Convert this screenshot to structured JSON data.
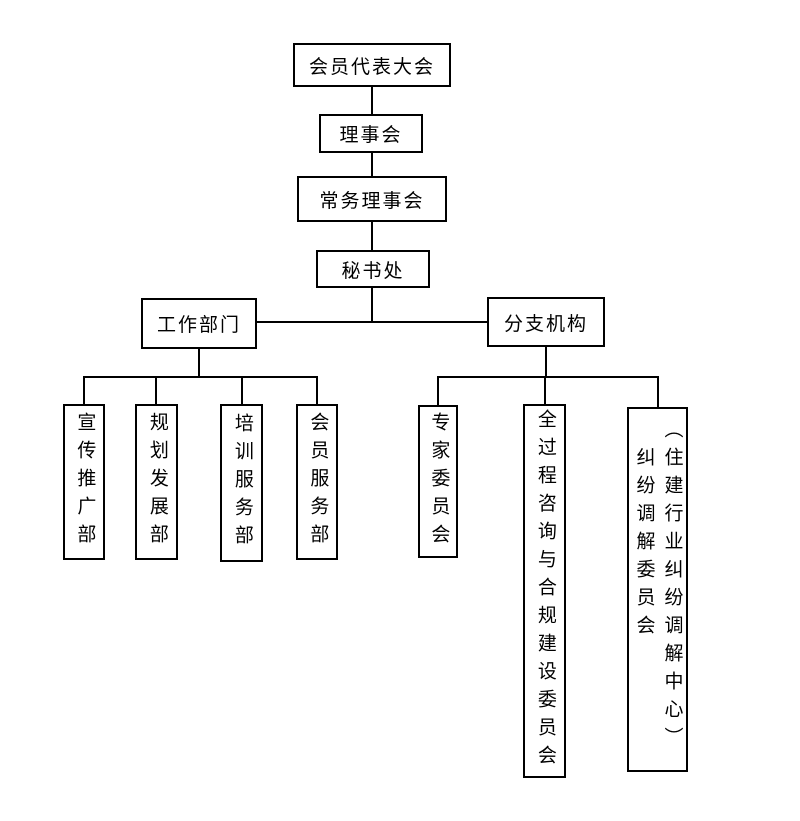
{
  "diagram": {
    "type": "org-chart",
    "background_color": "#ffffff",
    "line_color": "#000000",
    "nodes": {
      "assembly": {
        "label": "会员代表大会"
      },
      "council": {
        "label": "理事会"
      },
      "standing_council": {
        "label": "常务理事会"
      },
      "secretariat": {
        "label": "秘书处"
      },
      "work_departments": {
        "label": "工作部门"
      },
      "branch_organizations": {
        "label": "分支机构"
      },
      "publicity_promotion_dept": {
        "label": "宣传推广部"
      },
      "planning_development_dept": {
        "label": "规划发展部"
      },
      "training_service_dept": {
        "label": "培训服务部"
      },
      "membership_service_dept": {
        "label": "会员服务部"
      },
      "expert_committee": {
        "label": "专家委员会"
      },
      "whole_process_committee": {
        "label": "全过程咨询与合规建设委员会"
      },
      "mediation_committee": {
        "label": "纠纷调解委员会（住建行业纠纷调解中心）",
        "column_left": "纠纷调解委员会",
        "column_right": "（住建行业纠纷调解中心）"
      }
    },
    "hierarchy": [
      {
        "parent": "会员代表大会",
        "children": [
          "理事会"
        ]
      },
      {
        "parent": "理事会",
        "children": [
          "常务理事会"
        ]
      },
      {
        "parent": "常务理事会",
        "children": [
          "秘书处"
        ]
      },
      {
        "parent": "秘书处",
        "children": [
          "工作部门",
          "分支机构"
        ]
      },
      {
        "parent": "工作部门",
        "children": [
          "宣传推广部",
          "规划发展部",
          "培训服务部",
          "会员服务部"
        ]
      },
      {
        "parent": "分支机构",
        "children": [
          "专家委员会",
          "全过程咨询与合规建设委员会",
          "纠纷调解委员会（住建行业纠纷调解中心）"
        ]
      }
    ]
  }
}
